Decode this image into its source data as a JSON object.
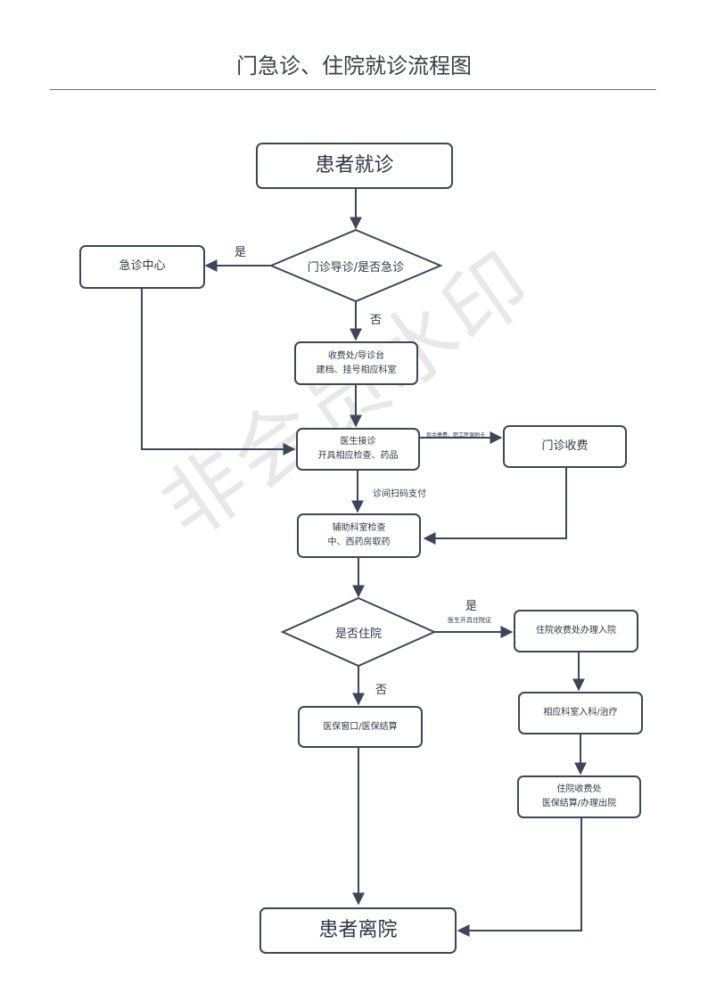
{
  "title": "门急诊、住院就诊流程图",
  "watermark": "非会员水印",
  "nodes": {
    "start": "患者就诊",
    "triage": "门诊导诊/是否急诊",
    "emergency": "急诊中心",
    "registration": [
      "收费处/导诊台",
      "建档、挂号相应科室"
    ],
    "doctor": [
      "医生接诊",
      "开具相应检查、药品"
    ],
    "outpatient_fee": "门诊收费",
    "auxiliary": [
      "辅助科室检查",
      "中、西药房取药"
    ],
    "admission_q": "是否住院",
    "insurance_window": "医保窗口/医保结算",
    "admission_office": "住院收费处办理入院",
    "ward": "相应科室入科/治疗",
    "inpatient_fee": [
      "住院收费处",
      "医保结算/办理出院"
    ],
    "end": "患者离院"
  },
  "labels": {
    "yes1": "是",
    "no1": "否",
    "cash_note": "现金缴费、职工医保刷卡",
    "scan_note": "诊间扫码支付",
    "yes2": "是",
    "cert_note": "医生开具住院证",
    "no2": "否"
  }
}
